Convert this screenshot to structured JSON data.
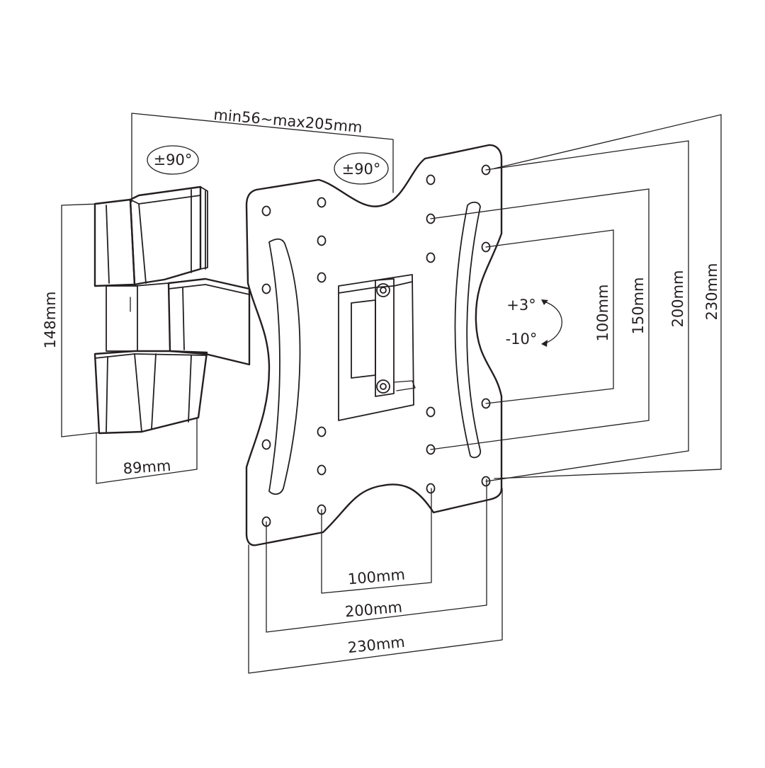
{
  "diagram": {
    "depth_label": "min56~max205mm",
    "swivel_left_label": "±90°",
    "swivel_right_label": "±90°",
    "tilt_up_label": "+3°",
    "tilt_down_label": "-10°",
    "height_label": "148mm",
    "base_width_label": "89mm",
    "vesa_h_labels": [
      "100mm",
      "200mm",
      "230mm"
    ],
    "vesa_v_labels": [
      "100mm",
      "150mm",
      "200mm",
      "230mm"
    ]
  },
  "colors": {
    "line": "#231f20",
    "background": "#ffffff"
  }
}
